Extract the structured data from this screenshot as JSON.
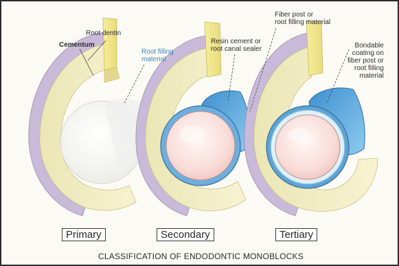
{
  "labels": {
    "root_dentin": "Root dentin",
    "cementum": "Cementum",
    "root_filling_material": [
      "Root filling",
      "material"
    ],
    "resin_cement": [
      "Resin cement or",
      "root canal sealer"
    ],
    "fiber_post": [
      "Fiber post or",
      "root filling material"
    ],
    "bondable_coating": [
      "Bondable",
      "coating on",
      "fiber post or",
      "root filling",
      "material"
    ]
  },
  "types": [
    "Primary",
    "Secondary",
    "Tertiary"
  ],
  "caption": "CLASSIFICATION OF ENDODONTIC MONOBLOCKS",
  "colors": {
    "dentin": "#f0ecc0",
    "cementum": "#c8b9d8",
    "cement": "#5aa3d8",
    "post": "#f7d6d2",
    "coating": "#7bc0e0",
    "blue_label": "#3a88b7"
  }
}
